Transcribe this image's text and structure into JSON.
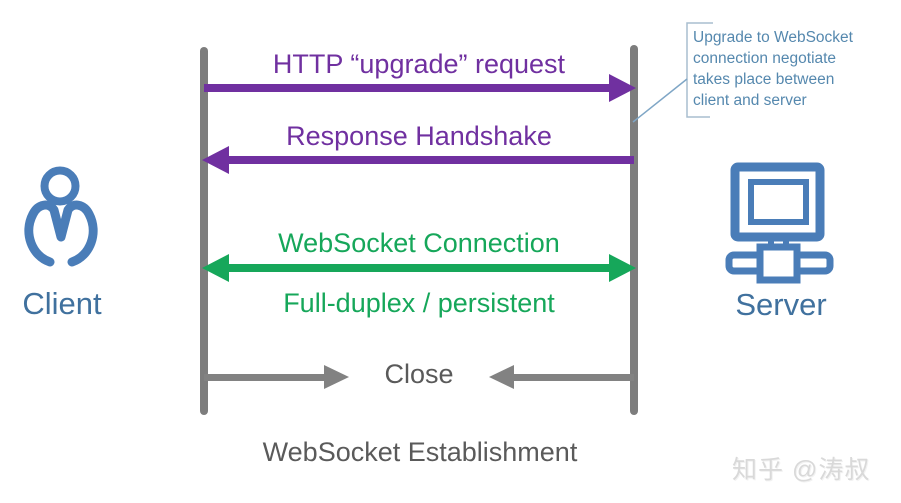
{
  "title": "WebSocket Establishment",
  "watermark": "知乎 @涛叔",
  "actors": {
    "client": {
      "label": "Client"
    },
    "server": {
      "label": "Server"
    }
  },
  "messages": [
    {
      "label": "HTTP “upgrade” request",
      "from": "client",
      "to": "server",
      "color": "#7030A0"
    },
    {
      "label": "Response Handshake",
      "from": "server",
      "to": "client",
      "color": "#7030A0"
    },
    {
      "label": "WebSocket Connection",
      "sublabel": "Full-duplex / persistent",
      "direction": "bidirectional",
      "color": "#16A75A"
    },
    {
      "label": "Close",
      "direction": "both-toward-center",
      "color": "#828282"
    }
  ],
  "annotation": {
    "lines": [
      "Upgrade to WebSocket",
      "connection negotiate",
      "takes place between",
      "client and server"
    ],
    "color": "#5588AE"
  },
  "colors": {
    "purple_arrow": "#7030A0",
    "green_arrow": "#16A75A",
    "lifeline_gray": "#7D7D7D",
    "close_arrow_gray": "#828282",
    "icon_blue": "#4A7DB8",
    "actor_label_blue": "#40719E",
    "caption_gray": "#5A5A5A",
    "annotation_blue": "#5588AE",
    "watermark_gray": "#D9D9D9"
  }
}
